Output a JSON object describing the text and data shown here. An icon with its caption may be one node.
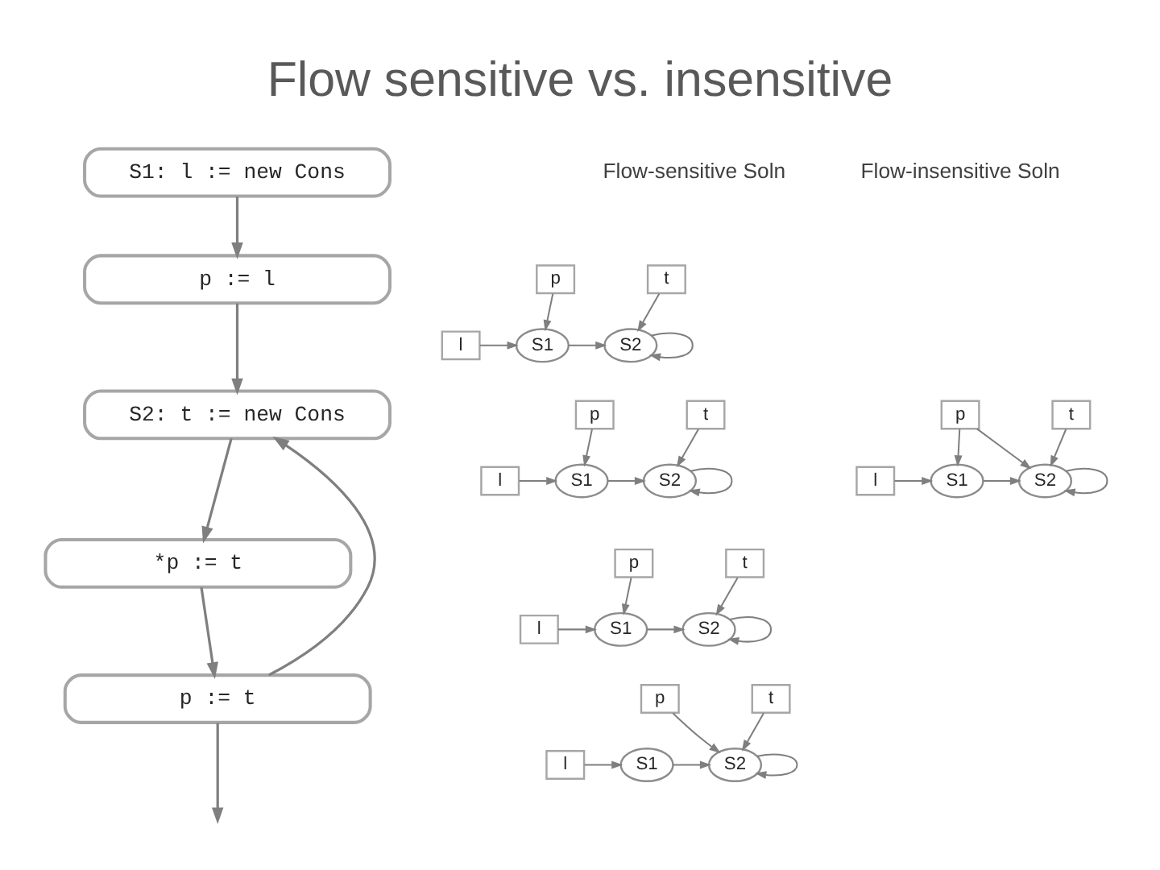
{
  "diagram": {
    "title": "Flow sensitive vs. insensitive",
    "nodes": [
      {
        "text": [
          "S1: l := new Cons"
        ]
      },
      {
        "text": [
          "p := l"
        ]
      },
      {
        "text": [
          "S2: t := new Cons"
        ]
      },
      {
        "text": [
          "*p := t"
        ]
      },
      {
        "text": [
          "p := t"
        ]
      },
      {
        "text": [
          "p"
        ]
      },
      {
        "text": [
          "t"
        ]
      },
      {
        "text": [
          "l"
        ]
      },
      {
        "text": [
          "S1"
        ]
      },
      {
        "text": [
          "S2"
        ]
      },
      {
        "text": [
          "p"
        ]
      },
      {
        "text": [
          "t"
        ]
      },
      {
        "text": [
          "l"
        ]
      },
      {
        "text": [
          "S1"
        ]
      },
      {
        "text": [
          "S2"
        ]
      },
      {
        "text": [
          "p"
        ]
      },
      {
        "text": [
          "t"
        ]
      },
      {
        "text": [
          "l"
        ]
      },
      {
        "text": [
          "S1"
        ]
      },
      {
        "text": [
          "S2"
        ]
      },
      {
        "text": [
          "p"
        ]
      },
      {
        "text": [
          "t"
        ]
      },
      {
        "text": [
          "l"
        ]
      },
      {
        "text": [
          "S1"
        ]
      },
      {
        "text": [
          "S2"
        ]
      },
      {
        "text": [
          "p"
        ]
      },
      {
        "text": [
          "t"
        ]
      },
      {
        "text": [
          "l"
        ]
      },
      {
        "text": [
          "S1"
        ]
      },
      {
        "text": [
          "S2"
        ]
      }
    ],
    "edges": [
      {
        "from": 0,
        "to": 1,
        "arrow": "to"
      },
      {
        "from": 1,
        "to": 2,
        "arrow": "to"
      },
      {
        "from": 2,
        "to": 3,
        "arrow": "to"
      },
      {
        "from": 3,
        "to": 4,
        "arrow": "to"
      },
      {
        "from": 4,
        "to": 2,
        "arrow": "to"
      },
      {
        "from": 4,
        "to": null,
        "arrow": "to"
      },
      {
        "from": 5,
        "to": 8,
        "arrow": "to"
      },
      {
        "from": 6,
        "to": 9,
        "arrow": "to"
      },
      {
        "from": 7,
        "to": 8,
        "arrow": "to"
      },
      {
        "from": 8,
        "to": 9,
        "arrow": "to"
      },
      {
        "from": 9,
        "to": 9,
        "arrow": "to"
      },
      {
        "from": 10,
        "to": 13,
        "arrow": "to"
      },
      {
        "from": 11,
        "to": 14,
        "arrow": "to"
      },
      {
        "from": 12,
        "to": 13,
        "arrow": "to"
      },
      {
        "from": 13,
        "to": 14,
        "arrow": "to"
      },
      {
        "from": 14,
        "to": 14,
        "arrow": "to"
      },
      {
        "from": 15,
        "to": 18,
        "arrow": "to"
      },
      {
        "from": 16,
        "to": 19,
        "arrow": "to"
      },
      {
        "from": 17,
        "to": 18,
        "arrow": "to"
      },
      {
        "from": 18,
        "to": 19,
        "arrow": "to"
      },
      {
        "from": 19,
        "to": 19,
        "arrow": "to"
      },
      {
        "from": 20,
        "to": 24,
        "arrow": "to"
      },
      {
        "from": 21,
        "to": 24,
        "arrow": "to"
      },
      {
        "from": 22,
        "to": 23,
        "arrow": "to"
      },
      {
        "from": 23,
        "to": 24,
        "arrow": "to"
      },
      {
        "from": 24,
        "to": 24,
        "arrow": "to"
      },
      {
        "from": 25,
        "to": 28,
        "arrow": "to"
      },
      {
        "from": 25,
        "to": 29,
        "arrow": "to"
      },
      {
        "from": 26,
        "to": 29,
        "arrow": "to"
      },
      {
        "from": 27,
        "to": 28,
        "arrow": "to"
      },
      {
        "from": 28,
        "to": 29,
        "arrow": "to"
      },
      {
        "from": 29,
        "to": 29,
        "arrow": "to"
      }
    ],
    "labels": [
      "Flow-sensitive Soln",
      "Flow-insensitive Soln"
    ]
  }
}
